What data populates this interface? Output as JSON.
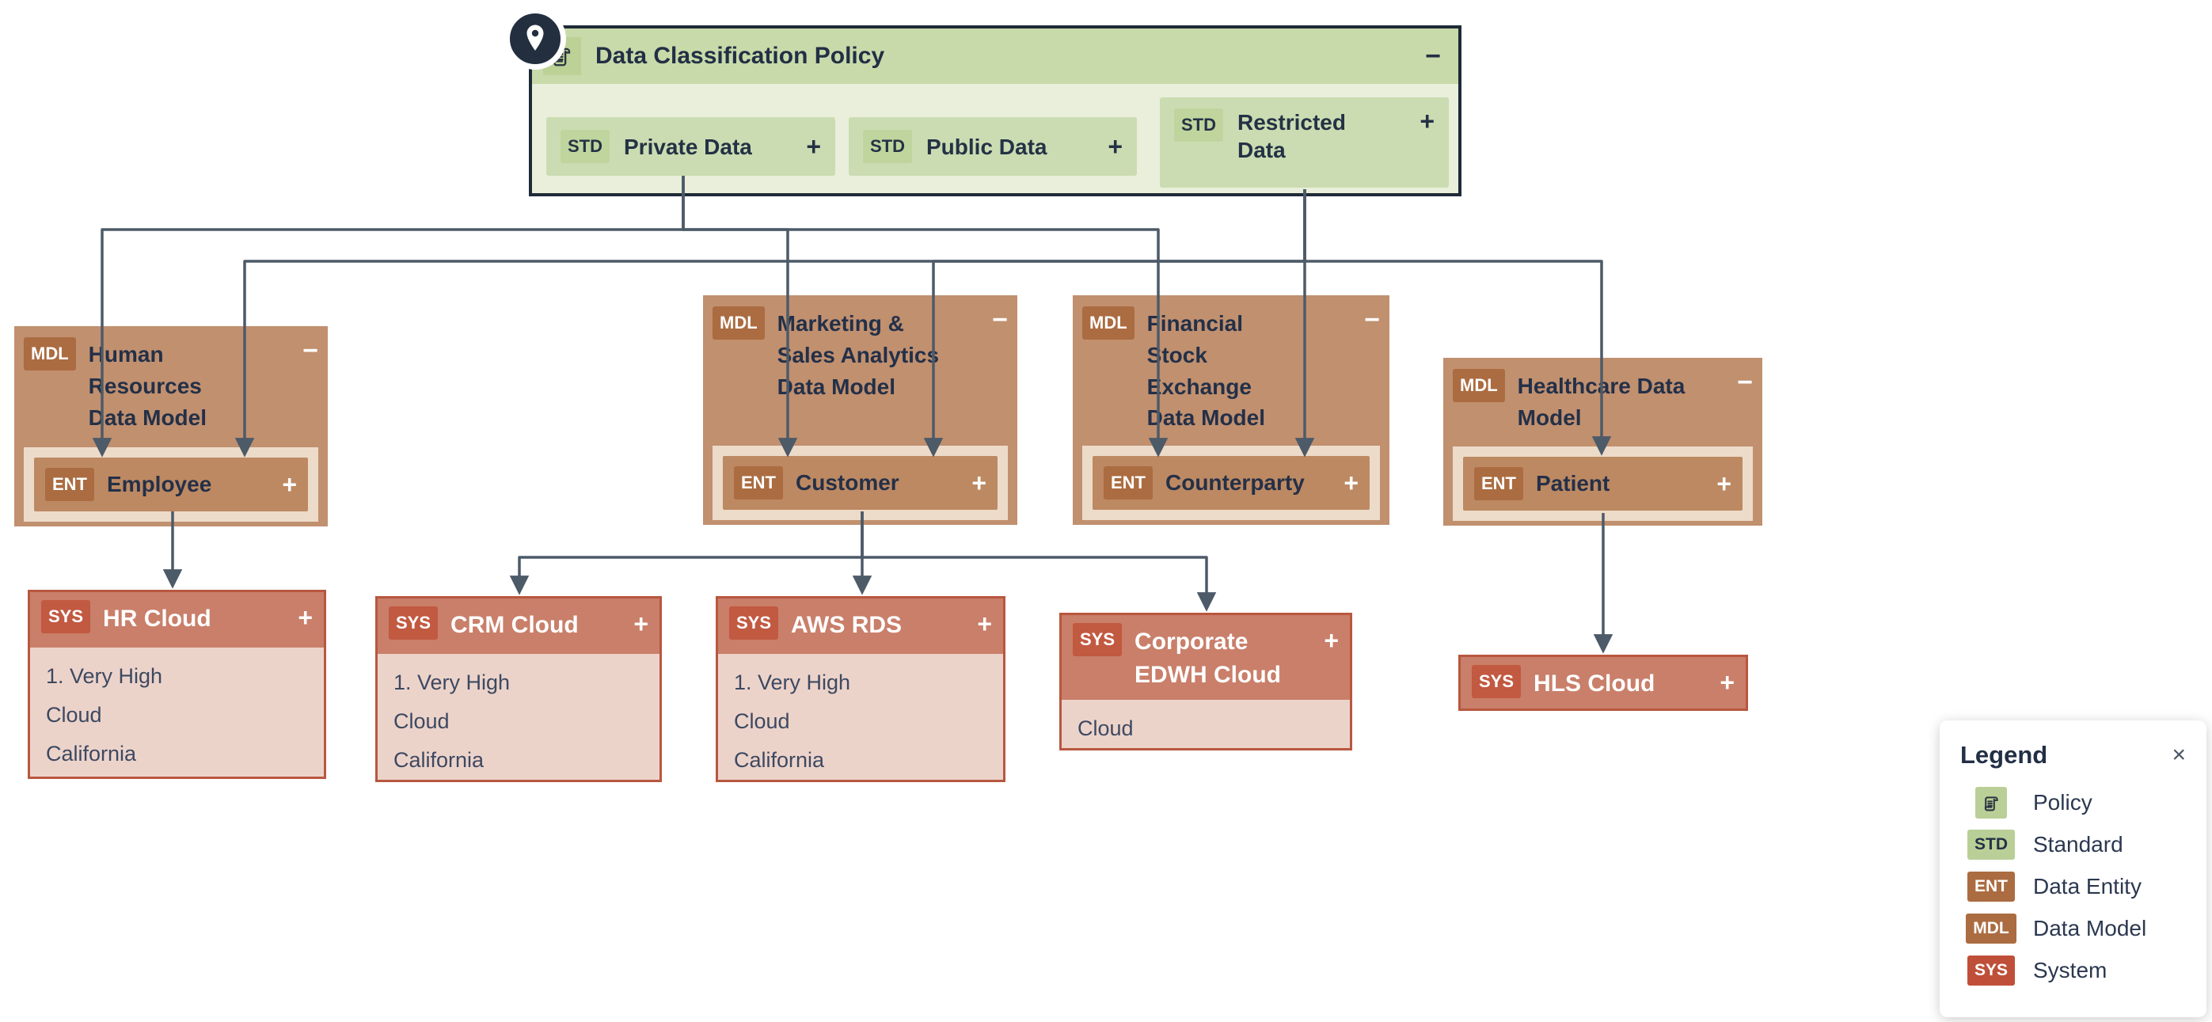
{
  "policy": {
    "icon": "policy-scroll-icon",
    "title": "Data Classification Policy",
    "collapse_label": "−",
    "standards": [
      {
        "badge": "STD",
        "label": "Private Data",
        "expand_label": "+"
      },
      {
        "badge": "STD",
        "label": "Public Data",
        "expand_label": "+"
      },
      {
        "badge": "STD",
        "label": "Restricted Data",
        "expand_label": "+"
      }
    ]
  },
  "models": [
    {
      "badge": "MDL",
      "title": "Human Resources Data Model",
      "collapse_label": "−",
      "entity": {
        "badge": "ENT",
        "label": "Employee",
        "expand_label": "+"
      }
    },
    {
      "badge": "MDL",
      "title": "Marketing & Sales Analytics Data Model",
      "collapse_label": "−",
      "entity": {
        "badge": "ENT",
        "label": "Customer",
        "expand_label": "+"
      }
    },
    {
      "badge": "MDL",
      "title": "Financial Stock Exchange Data Model",
      "collapse_label": "−",
      "entity": {
        "badge": "ENT",
        "label": "Counterparty",
        "expand_label": "+"
      }
    },
    {
      "badge": "MDL",
      "title": "Healthcare Data Model",
      "collapse_label": "−",
      "entity": {
        "badge": "ENT",
        "label": "Patient",
        "expand_label": "+"
      }
    }
  ],
  "systems": [
    {
      "badge": "SYS",
      "title": "HR Cloud",
      "expand_label": "+",
      "attributes": [
        "1. Very High",
        "Cloud",
        "California"
      ]
    },
    {
      "badge": "SYS",
      "title": "CRM Cloud",
      "expand_label": "+",
      "attributes": [
        "1. Very High",
        "Cloud",
        "California"
      ]
    },
    {
      "badge": "SYS",
      "title": "AWS RDS",
      "expand_label": "+",
      "attributes": [
        "1. Very High",
        "Cloud",
        "California"
      ]
    },
    {
      "badge": "SYS",
      "title": "Corporate EDWH Cloud",
      "expand_label": "+",
      "attributes": [
        "Cloud"
      ]
    },
    {
      "badge": "SYS",
      "title": "HLS Cloud",
      "expand_label": "+",
      "attributes": []
    }
  ],
  "legend": {
    "title": "Legend",
    "close_label": "×",
    "items": [
      {
        "icon": "policy-scroll-icon",
        "badge": "",
        "label": "Policy"
      },
      {
        "icon": "",
        "badge": "STD",
        "label": "Standard"
      },
      {
        "icon": "",
        "badge": "ENT",
        "label": "Data Entity"
      },
      {
        "icon": "",
        "badge": "MDL",
        "label": "Data Model"
      },
      {
        "icon": "",
        "badge": "SYS",
        "label": "System"
      }
    ]
  },
  "icons": {
    "anchor": "location-pin-icon"
  },
  "colors": {
    "connector": "#4d5a68",
    "text_navy": "#243245",
    "policy_border": "#1e2a38",
    "policy_header_green": "#c8daa9",
    "policy_body_green": "#e9efdb",
    "standard_chip_green": "#cbdcb2",
    "standard_badge_green": "#c0d49e",
    "model_tan": "#c1906f",
    "entity_panel_cream": "#ecdbc9",
    "entity_chip_tan": "#bd8962",
    "model_entity_badge_brown": "#ab6c41",
    "system_header_salmon": "#c97f6a",
    "system_badge_red": "#c25941",
    "system_body_pink": "#ecd3ca",
    "system_border_red": "#b8573f",
    "legend_system_red": "#bf4f38",
    "legend_green": "#b9cf97"
  }
}
